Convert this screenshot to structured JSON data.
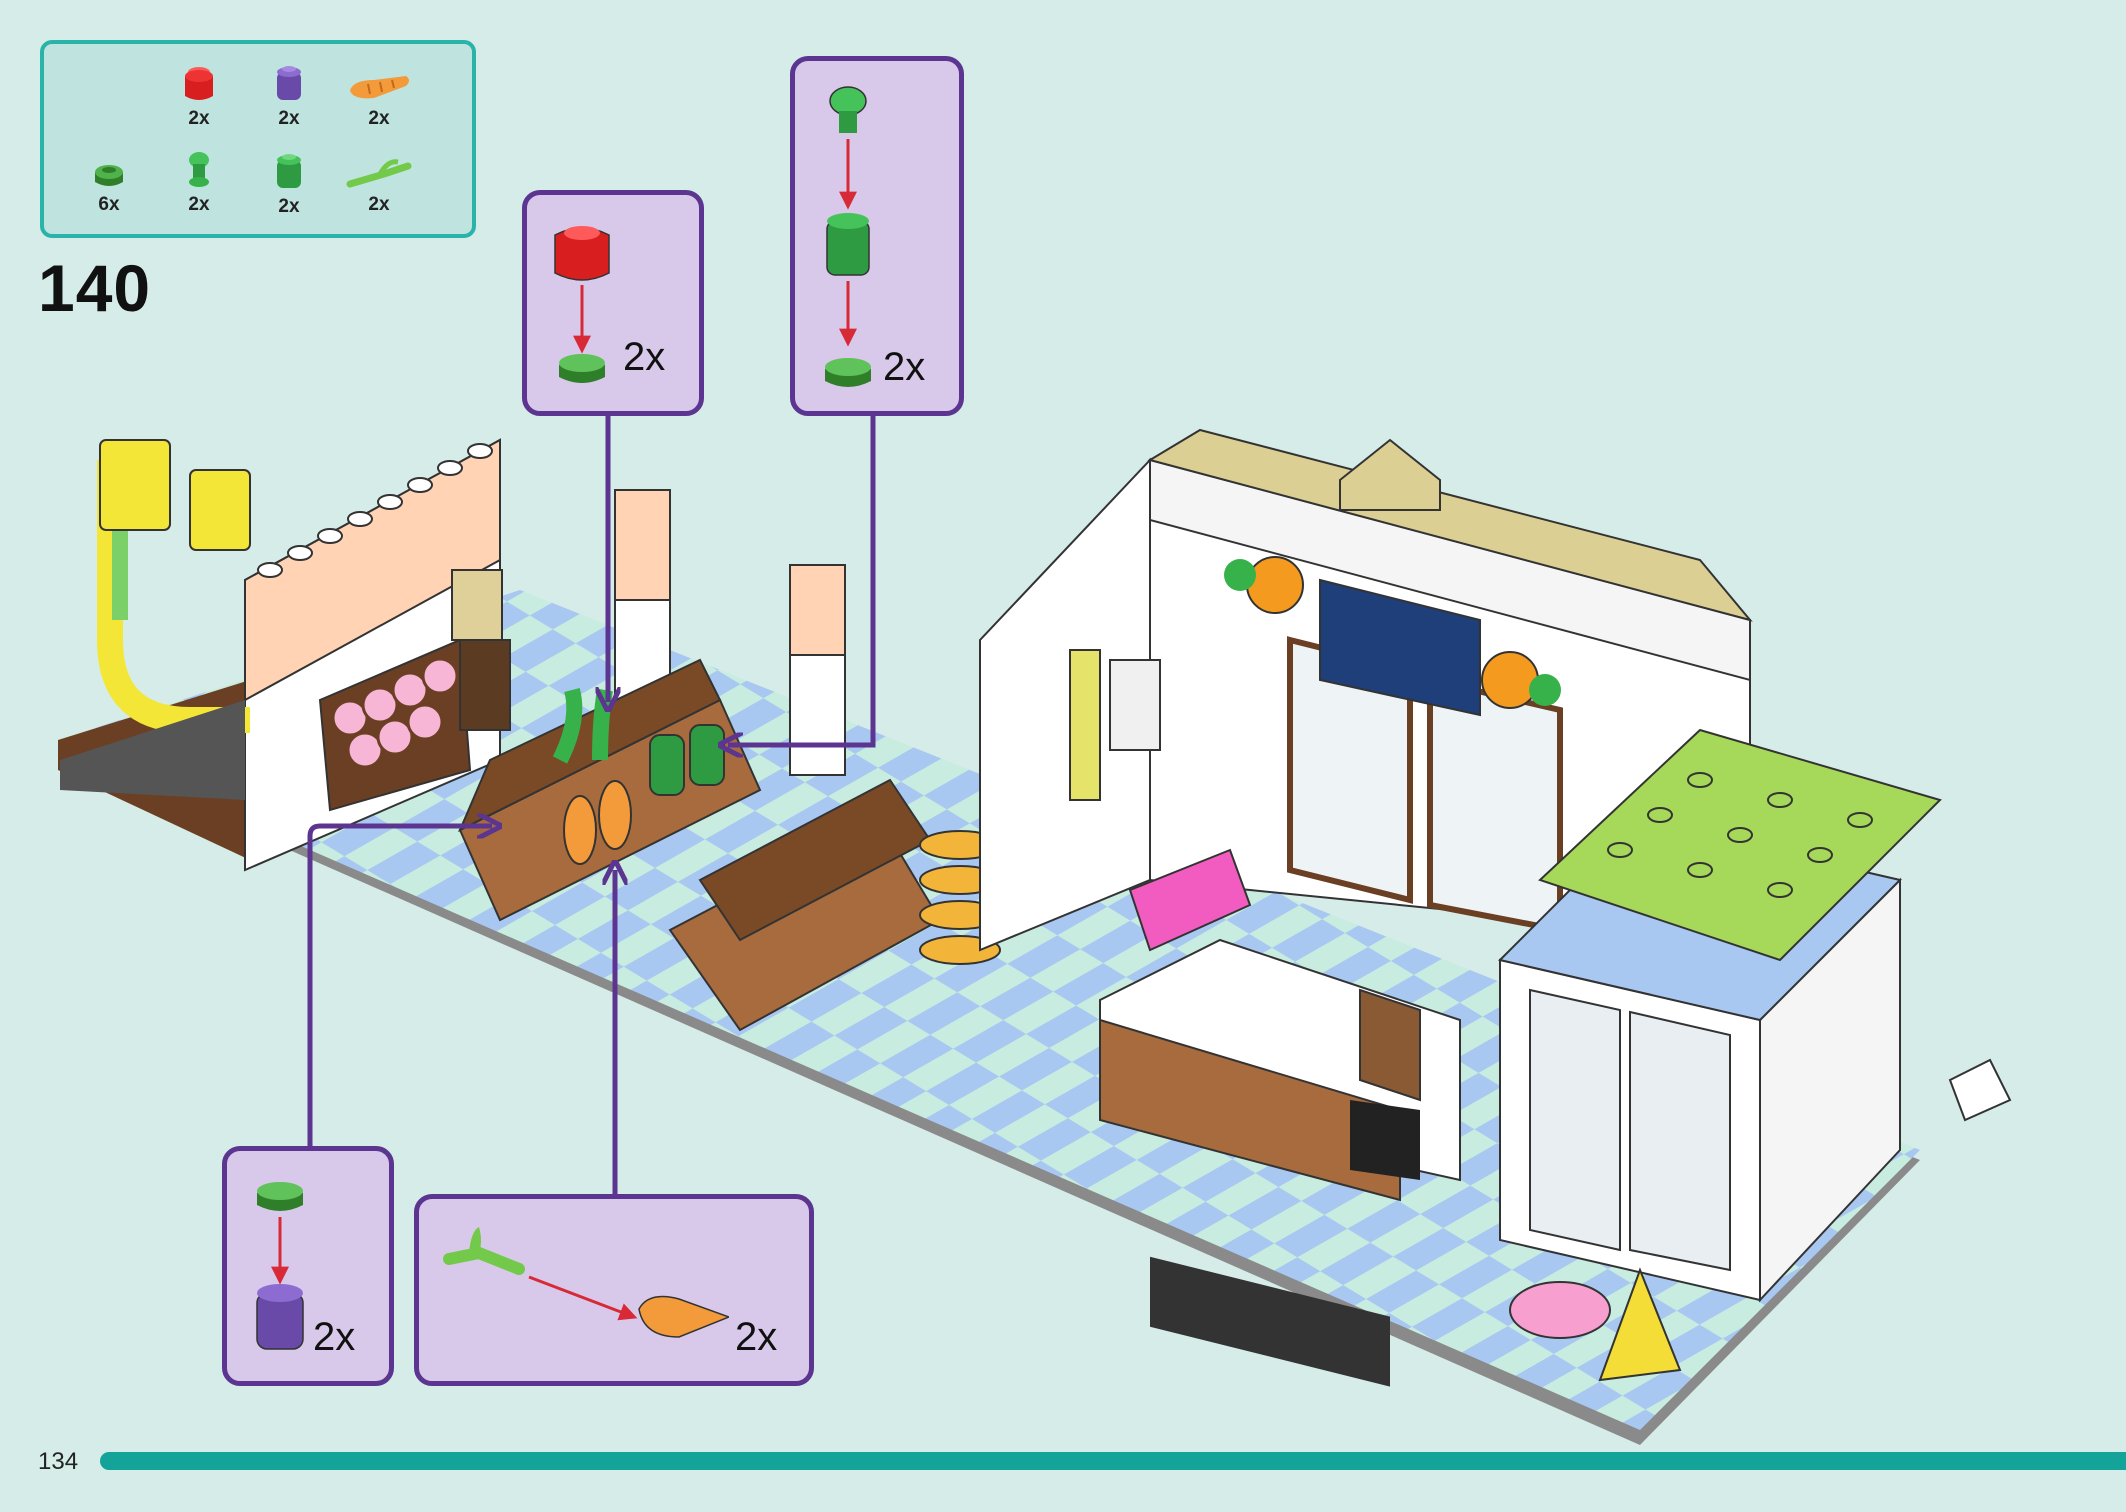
{
  "step": {
    "number": "140"
  },
  "parts": {
    "row1": [
      {
        "icon": "red-round-brick-icon",
        "qty": "2x",
        "color": "#d81e1e"
      },
      {
        "icon": "purple-round-brick-icon",
        "qty": "2x",
        "color": "#6a4aa8"
      },
      {
        "icon": "carrot-piece-icon",
        "qty": "2x",
        "color": "#f39a3a"
      }
    ],
    "row2": [
      {
        "icon": "green-round-plate-icon",
        "qty": "6x",
        "color": "#3f9e3a"
      },
      {
        "icon": "green-cone-brick-icon",
        "qty": "2x",
        "color": "#37b24a"
      },
      {
        "icon": "green-round-brick-icon",
        "qty": "2x",
        "color": "#2e9b43"
      },
      {
        "icon": "green-leaf-stem-icon",
        "qty": "2x",
        "color": "#73c94a"
      }
    ]
  },
  "callouts": {
    "red_on_plate": {
      "qty": "2x"
    },
    "green_stack": {
      "qty": "2x"
    },
    "purple_stack": {
      "qty": "2x"
    },
    "carrot": {
      "qty": "2x"
    }
  },
  "page": {
    "number": "134"
  },
  "colors": {
    "callout_border": "#5b3590",
    "callout_fill": "#d8c9ea",
    "accent_teal": "#14a398",
    "arrow_red": "#d82a36"
  }
}
